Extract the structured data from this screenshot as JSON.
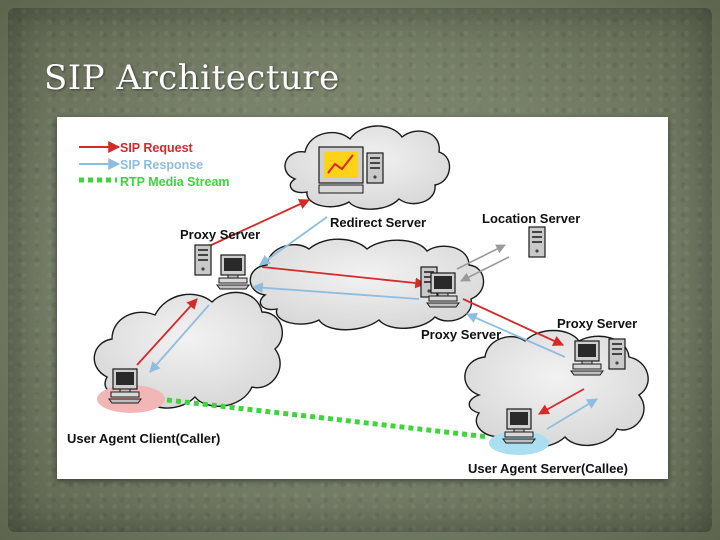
{
  "slide": {
    "title": "SIP Architecture"
  },
  "legend": {
    "request": "SIP Request",
    "response": "SIP Response",
    "media": "RTP Media Stream"
  },
  "nodes": {
    "redirect_server": "Redirect Server",
    "location_server": "Location Server",
    "proxy_left": "Proxy Server",
    "proxy_center": "Proxy Server",
    "proxy_right": "Proxy Server",
    "user_agent_client": "User Agent Client(Caller)",
    "user_agent_server": "User Agent Server(Callee)"
  },
  "colors": {
    "request": "#d42a2a",
    "response": "#8fbde0",
    "media": "#3cd63c",
    "cloud_fill": "#e2e2e2",
    "cloud_stroke": "#1a1a1a",
    "caller_halo": "#f3b6b6",
    "callee_halo": "#a9dff0",
    "location_arrow": "#9a9a9a"
  }
}
